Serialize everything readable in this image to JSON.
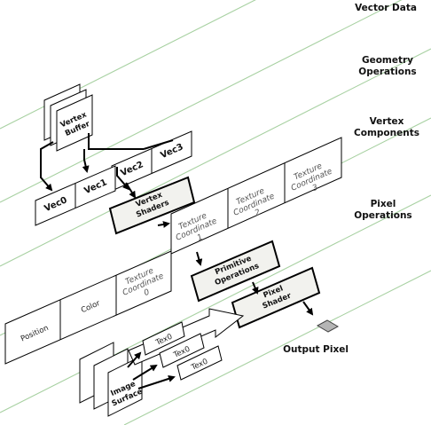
{
  "sections": {
    "vector_data": "Vector Data",
    "geometry_operations": [
      "Geometry",
      "Operations"
    ],
    "vertex_components": [
      "Vertex",
      "Components"
    ],
    "pixel_operations": [
      "Pixel",
      "Operations"
    ]
  },
  "vertex_buffer": [
    "Vertex",
    "Buffer"
  ],
  "vectors_upper": [
    "Vec2",
    "Vec3"
  ],
  "vectors_lower": [
    "Vec0",
    "Vec1"
  ],
  "vertex_components_strip": [
    [
      "Texture",
      "Coordinate",
      "1"
    ],
    [
      "Texture",
      "Coordinate",
      "2"
    ],
    [
      "Texture",
      "Coordinate",
      "3"
    ]
  ],
  "pixel_strip": {
    "position": "Position",
    "color": "Color",
    "texcoord0": [
      "Texture",
      "Coordinate",
      "0"
    ]
  },
  "vertex_shaders": [
    "Vertex",
    "Shaders"
  ],
  "primitive_operations": [
    "Primitive",
    "Operations"
  ],
  "pixel_shader": [
    "Pixel",
    "Shader"
  ],
  "texture_labels": [
    "Tex0",
    "Tex0",
    "Tex0"
  ],
  "image_surface": [
    "Image",
    "Surface"
  ],
  "output_pixel": "Output Pixel",
  "colors": {
    "guide": "#a8d1a2",
    "shader_fill": "#f2f2ee",
    "output_pixel": "#b5b5b5"
  }
}
